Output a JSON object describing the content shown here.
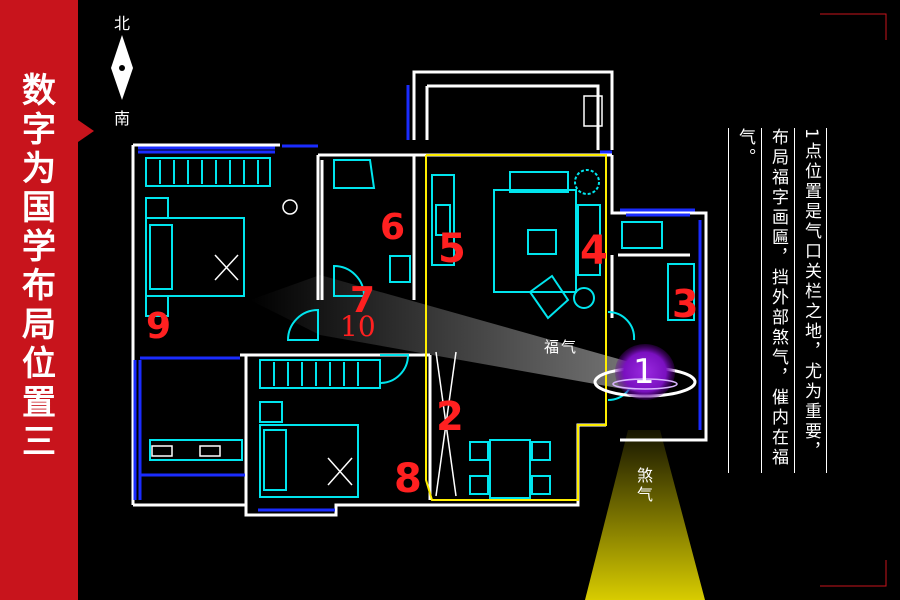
{
  "sidebar": {
    "title_chars": [
      "数",
      "字",
      "为",
      "国",
      "学",
      "布",
      "局",
      "位",
      "置"
    ],
    "section_number": "三"
  },
  "compass": {
    "north": "北",
    "south": "南"
  },
  "room_numbers": [
    "1",
    "2",
    "3",
    "4",
    "5",
    "6",
    "7",
    "8",
    "9",
    "10"
  ],
  "labels": {
    "fortune_qi": "福气",
    "sha_qi": "煞气"
  },
  "description": "1点位置是气口关栏之地，尤为重要，布局福字画匾，挡外部煞气，催内在福气。",
  "colors": {
    "sidebar": "#c8141c",
    "walls": "#ffffff",
    "furniture": "#00e5ee",
    "windows": "#1a2cff",
    "highlight": "#ffee00",
    "numbers": "#ff2020",
    "marker": "#8a1fd0"
  }
}
